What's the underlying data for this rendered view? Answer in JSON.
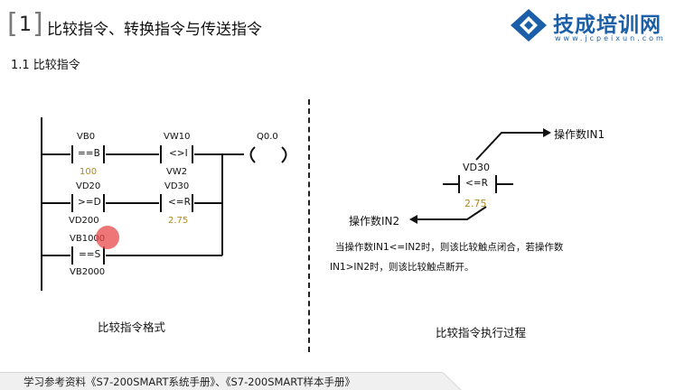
{
  "header": {
    "section_number": "1",
    "title": "比较指令、转换指令与传送指令",
    "subtitle": "1.1  比较指令"
  },
  "logo": {
    "name": "技成培训网",
    "url": "www.jcpeixun.com",
    "icon": "diamond-logo-icon",
    "color": "#1b5fa8"
  },
  "ladder": {
    "rung1": {
      "contact1": {
        "top": "VB0",
        "op": "==B",
        "bottom": "100"
      },
      "contact2": {
        "top": "VW10",
        "op": "<>I",
        "bottom": "VW2"
      },
      "coil": {
        "label": "Q0.0"
      }
    },
    "rung2": {
      "contact1": {
        "top": "VD20",
        "op": ">=D",
        "bottom": "VD200"
      },
      "contact2": {
        "top": "VD30",
        "op": "<=R",
        "bottom": "2.75"
      }
    },
    "rung3": {
      "contact1": {
        "top": "VB1000",
        "op": "==S",
        "bottom": "VB2000"
      }
    },
    "caption": "比较指令格式",
    "literal_color": "#b08a18"
  },
  "example": {
    "top": "VD30",
    "op": "<=R",
    "bottom": "2.75",
    "in1_label": "操作数IN1",
    "in2_label": "操作数IN2",
    "description_line1": "当操作数IN1<=IN2时，则该比较触点闭合，若操作数",
    "description_line2": "IN1>IN2时，则该比较触点断开。",
    "caption": "比较指令执行过程"
  },
  "footer": {
    "text": "学习参考资料《S7-200SMART系统手册》、《S7-200SMART样本手册》"
  }
}
